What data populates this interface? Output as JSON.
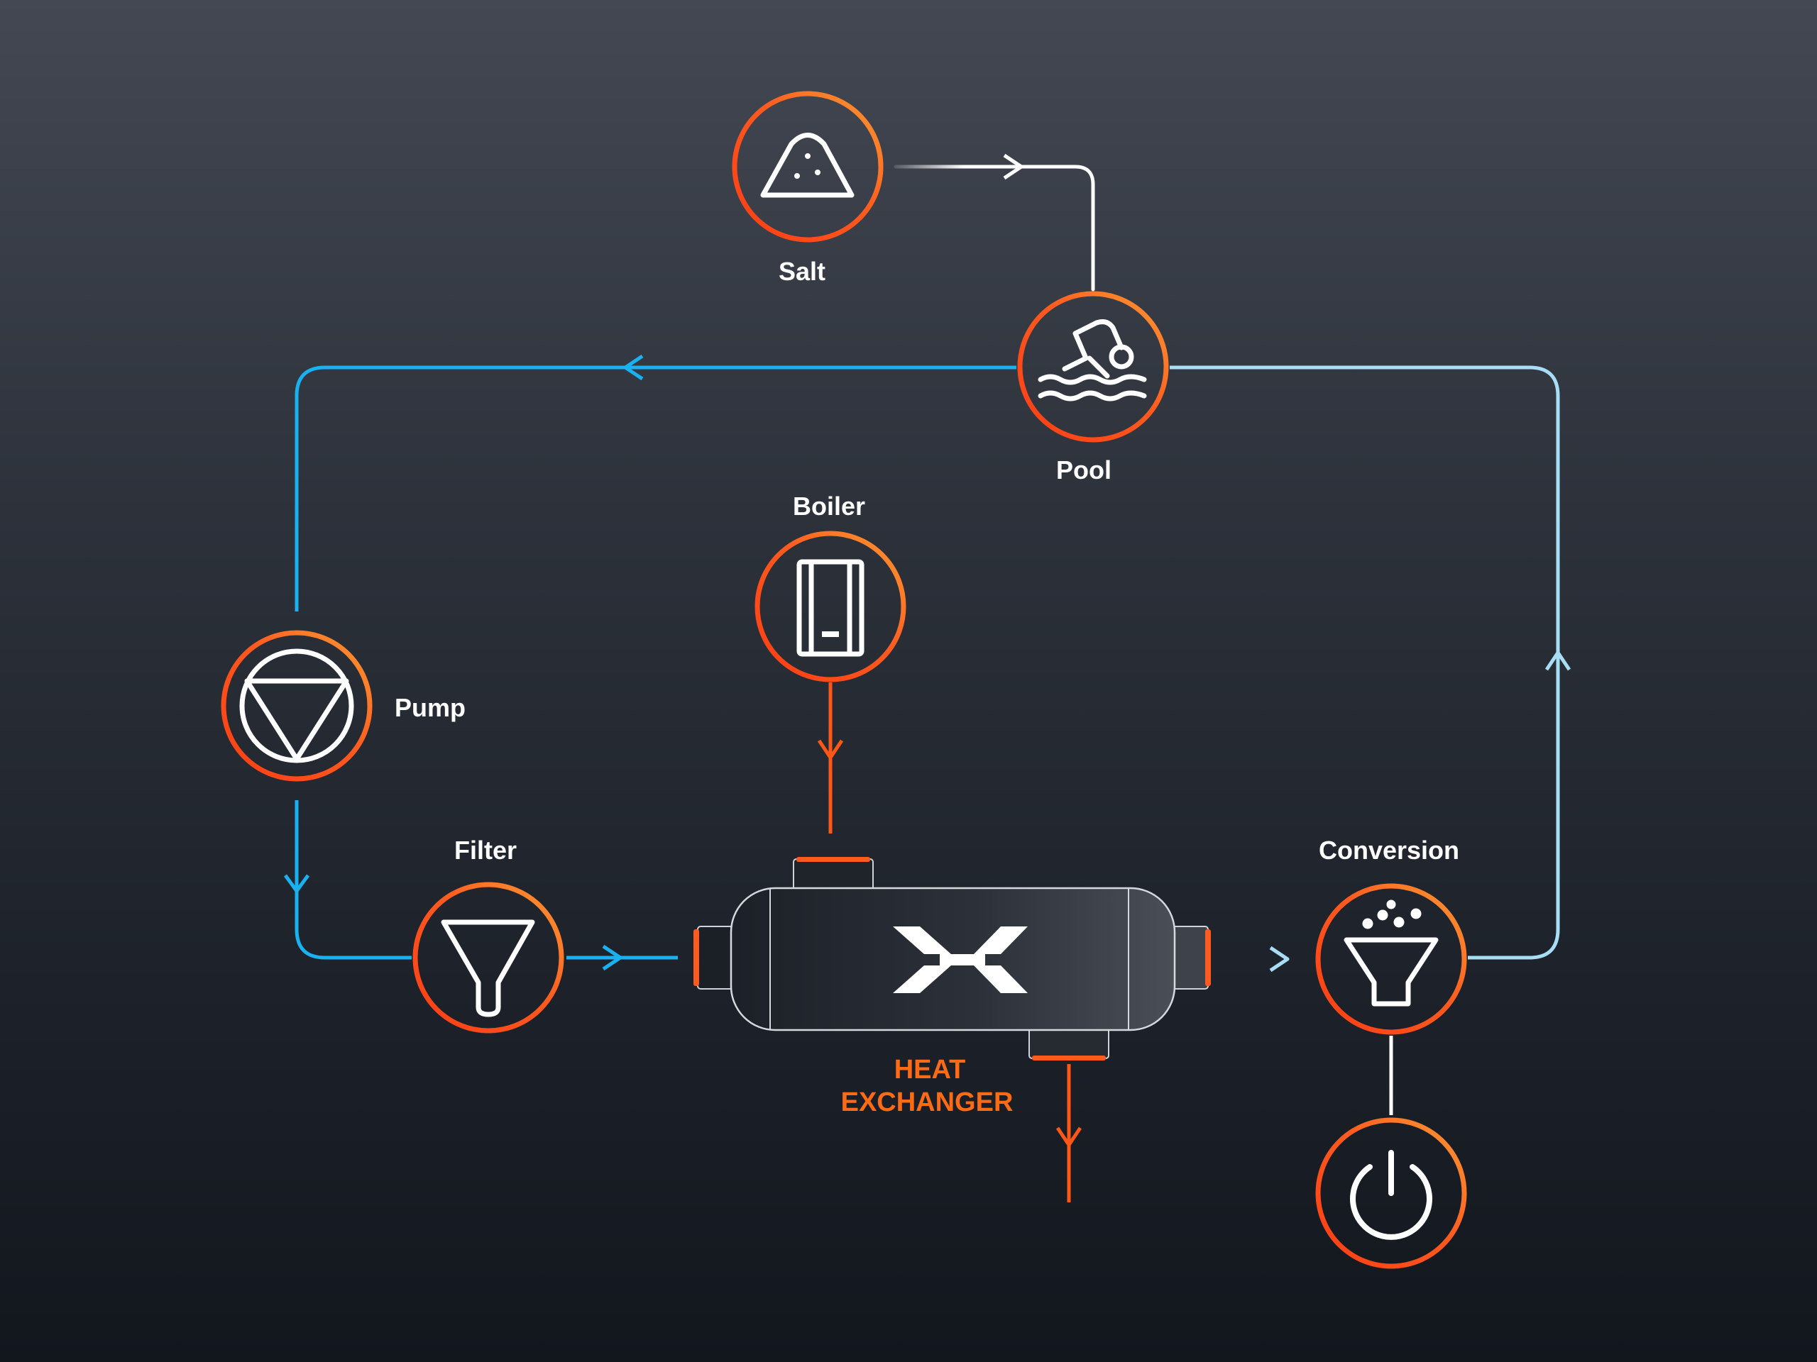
{
  "nodes": {
    "salt": {
      "label": "Salt",
      "icon": "salt-pile-icon"
    },
    "pool": {
      "label": "Pool",
      "icon": "swimmer-icon"
    },
    "boiler": {
      "label": "Boiler",
      "icon": "boiler-icon"
    },
    "pump": {
      "label": "Pump",
      "icon": "pump-triangle-icon"
    },
    "filter": {
      "label": "Filter",
      "icon": "funnel-icon"
    },
    "conversion": {
      "label": "Conversion",
      "icon": "funnel-bubbles-icon"
    },
    "power": {
      "label": "",
      "icon": "power-icon"
    }
  },
  "heat_exchanger": {
    "line1": "HEAT",
    "line2": "EXCHANGER",
    "icon": "exchanger-logo-icon"
  },
  "colors": {
    "ring_orange": "#ff5a1f",
    "ring_amber": "#ff8a2a",
    "hot_line": "#ff5716",
    "cold_line": "#19b1f0",
    "light_line": "#a8ddf6",
    "white_line": "#ffffff",
    "label_text": "#ffffff",
    "hx_label": "#ff6a14"
  }
}
